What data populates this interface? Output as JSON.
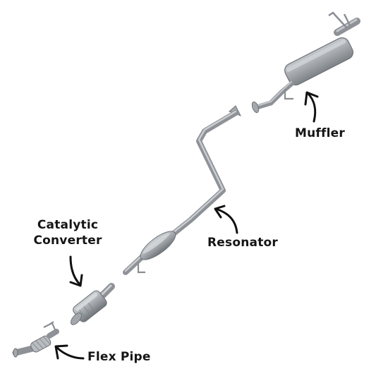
{
  "labels": {
    "muffler": "Muffler",
    "resonator": "Resonator",
    "catalytic_line1": "Catalytic",
    "catalytic_line2": "Converter",
    "flex_pipe": "Flex Pipe"
  },
  "colors": {
    "pipe": "#9a9ea3",
    "pipe_dark": "#6e7378",
    "pipe_light": "#c9ccd0",
    "arrow": "#111111",
    "text": "#151515"
  }
}
